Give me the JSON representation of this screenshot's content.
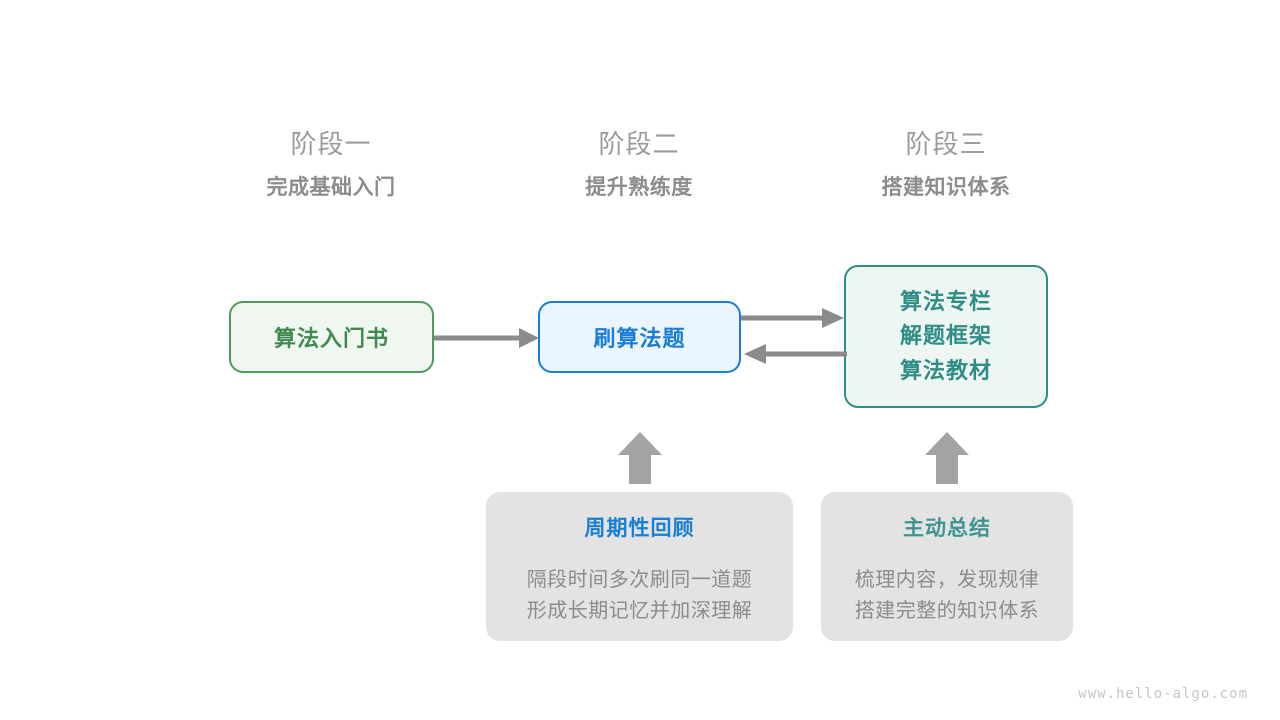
{
  "diagram": {
    "phases": [
      {
        "title": "阶段一",
        "subtitle": "完成基础入门"
      },
      {
        "title": "阶段二",
        "subtitle": "提升熟练度"
      },
      {
        "title": "阶段三",
        "subtitle": "搭建知识体系"
      }
    ],
    "nodes": [
      {
        "id": "intro-book",
        "label": "算法入门书",
        "color": "#3f8a51",
        "border": "#519a5d",
        "fill": "#f0f7f0"
      },
      {
        "id": "practice-problems",
        "label": "刷算法题",
        "color": "#1a7fd4",
        "border": "#1a7fd4",
        "fill": "#eaf5fd"
      },
      {
        "id": "knowledge-system",
        "lines": [
          "算法专栏",
          "解题框架",
          "算法教材"
        ],
        "color": "#2f8d86",
        "border": "#2f8d86",
        "fill": "#edf6f3"
      }
    ],
    "cards": [
      {
        "id": "periodic-review",
        "title": "周期性回顾",
        "title_color": "#1a7fd4",
        "body_lines": [
          "隔段时间多次刷同一道题",
          "形成长期记忆并加深理解"
        ]
      },
      {
        "id": "active-summary",
        "title": "主动总结",
        "title_color": "#3d9490",
        "body_lines": [
          "梳理内容，发现规律",
          "搭建完整的知识体系"
        ]
      }
    ],
    "arrow_color": "#8b8b8b",
    "watermark": "www.hello-algo.com"
  }
}
